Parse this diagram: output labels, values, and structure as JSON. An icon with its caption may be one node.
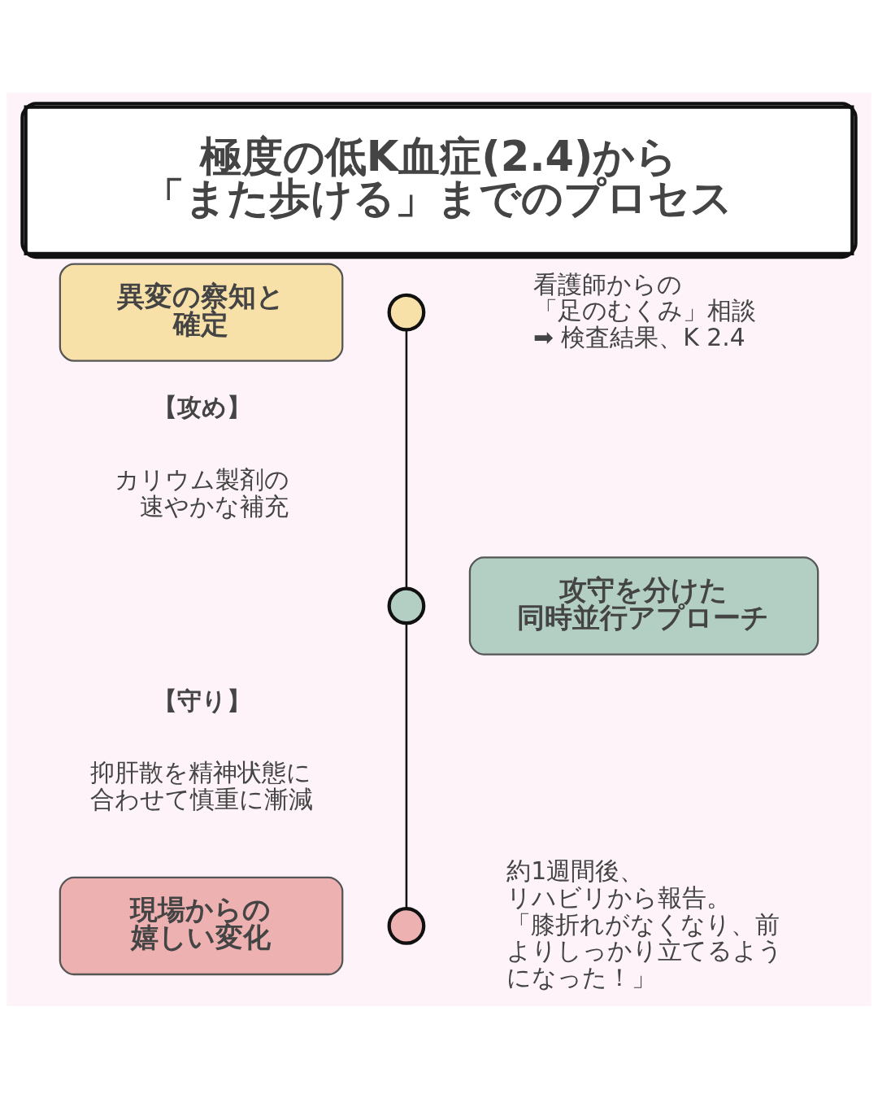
{
  "diagram": {
    "title": "極度の低K血症(2.4)から「また歩ける」までのプロセス",
    "nodes": [
      {
        "text": [
          "異変の察知と確定"
        ]
      },
      {
        "text": [],
        "shape": "circle"
      },
      {
        "text": [],
        "shape": "circle"
      },
      {
        "text": [
          "攻守を分けた同時並行アプローチ"
        ]
      },
      {
        "text": [
          "現場からの嬉しい変化"
        ]
      },
      {
        "text": [],
        "shape": "circle"
      }
    ],
    "edges": [
      {
        "from": 1,
        "to": 2,
        "arrow": "none"
      },
      {
        "from": 2,
        "to": 5,
        "arrow": "none"
      }
    ],
    "labels": [
      "看護師からの「足のむくみ」相談➡ 検査結果、K 2.4",
      "【攻め】",
      "カリウム製剤の速やかな補充",
      "【守り】",
      "抑肝散を精神状態に合わせて慎重に漸減",
      "約1週間後、リハビリから報告。「膝折れがなくなり、前よりしっかり立てるようになった！」"
    ]
  }
}
